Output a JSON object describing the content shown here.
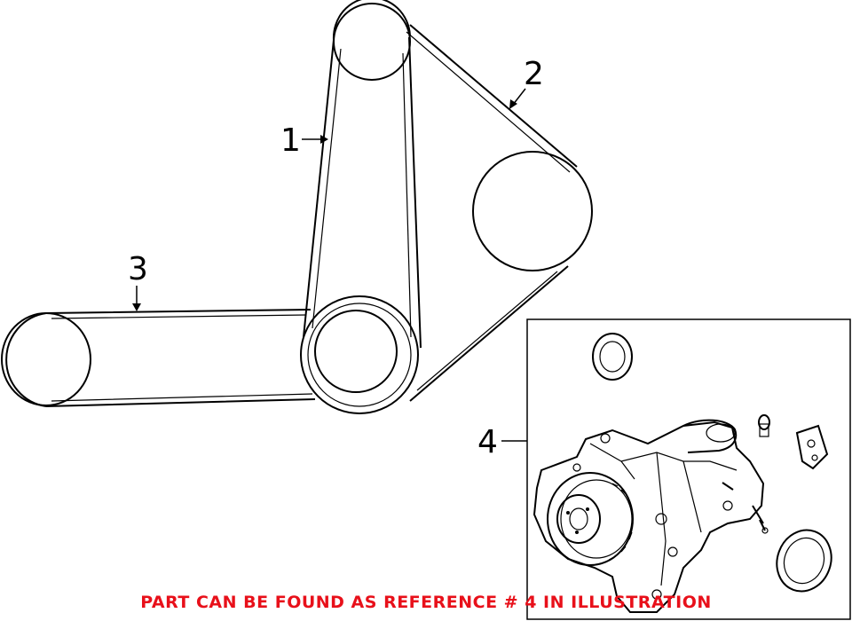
{
  "callouts": {
    "belt_1": "1",
    "belt_2": "2",
    "belt_3": "3",
    "water_pump": "4"
  },
  "notice": {
    "text": "PART CAN BE FOUND AS REFERENCE # 4 IN ILLUSTRATION",
    "color": "#e8101a"
  },
  "icons": [
    "arrow-icon",
    "pulley-icon",
    "belt-icon",
    "gasket-icon",
    "water-pump-icon"
  ]
}
